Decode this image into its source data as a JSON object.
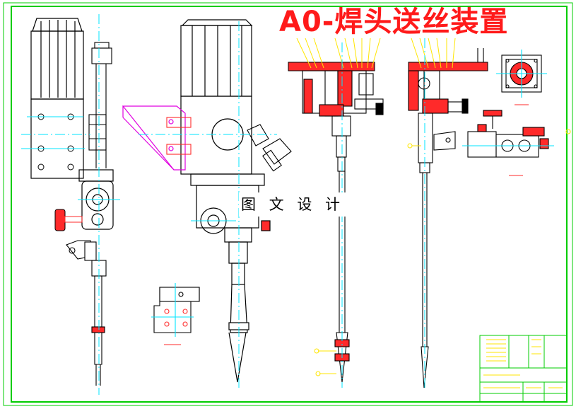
{
  "drawing": {
    "title": "A0-焊头送丝装置",
    "watermark": "图 文 设 计"
  },
  "colors": {
    "background": "#ffffff",
    "frame": "#00cc00",
    "outline": "#000000",
    "centerline": "#00e5ff",
    "section": "#ff2a2a",
    "bracket": "#e000e0",
    "annotation": "#ffe600",
    "title": "#ff1a1a"
  },
  "views": [
    "front-view",
    "side-view",
    "section-a-a",
    "section-b-b",
    "detail-plate",
    "top-detail",
    "valve-detail"
  ],
  "title_block_icons": [
    "revision-table-icon",
    "signature-grid-icon"
  ]
}
